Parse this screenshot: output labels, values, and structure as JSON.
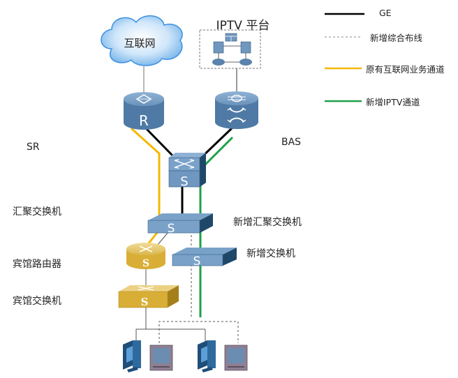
{
  "diagram": {
    "nodes": {
      "internet": {
        "label": "互联网",
        "icon": "cloud-icon"
      },
      "iptv_platform": {
        "label": "IPTV 平台",
        "icon": "server-cluster-icon"
      },
      "sr": {
        "label": "SR",
        "icon": "router-icon",
        "glyph": "R"
      },
      "bas": {
        "label": "BAS",
        "icon": "bas-router-icon"
      },
      "core_switch": {
        "icon": "switch-icon",
        "glyph": "S"
      },
      "agg_switch": {
        "label": "汇聚交换机"
      },
      "new_agg_switch": {
        "label": "新增汇聚交换机",
        "icon": "switch-icon",
        "glyph": "S"
      },
      "new_switch": {
        "label": "新增交换机",
        "icon": "switch-icon",
        "glyph": "S"
      },
      "hotel_router": {
        "label": "宾馆路由器",
        "icon": "router-icon",
        "glyph": "S"
      },
      "hotel_switch": {
        "label": "宾馆交换机",
        "icon": "switch-icon",
        "glyph": "S"
      },
      "pcs": [
        {
          "icon": "pc-icon"
        },
        {
          "icon": "tv-icon"
        },
        {
          "icon": "pc-icon"
        },
        {
          "icon": "tv-icon"
        }
      ]
    },
    "legend": [
      {
        "label": "GE",
        "style": "solid",
        "color": "#000000"
      },
      {
        "label": "新增综合布线",
        "style": "dashed",
        "color": "#777777"
      },
      {
        "label": "原有互联网业务通道",
        "style": "solid",
        "color": "#f5b800"
      },
      {
        "label": "新增IPTV通道",
        "style": "solid",
        "color": "#1ea04a"
      }
    ],
    "colors": {
      "device_blue": "#5a83ad",
      "device_blue_dark": "#2f5677",
      "device_blue_light": "#8fb2d4",
      "device_gold": "#d9ae36",
      "device_gold_light": "#ecd183",
      "cloud": "#a9d2f5"
    }
  }
}
